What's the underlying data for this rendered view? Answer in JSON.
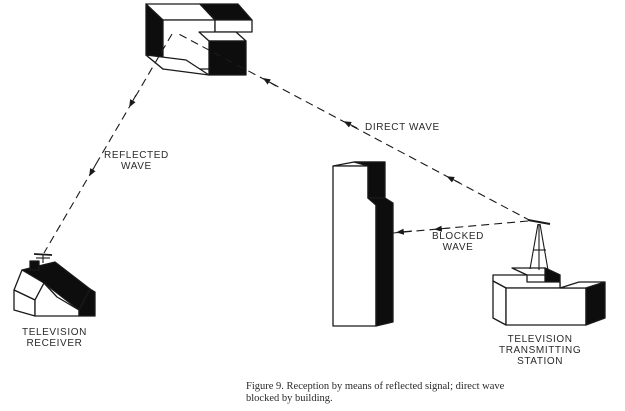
{
  "labels": {
    "reflected_wave": [
      "REFLECTED",
      "WAVE"
    ],
    "direct_wave": "DIRECT WAVE",
    "blocked_wave": [
      "BLOCKED",
      "WAVE"
    ],
    "receiver": [
      "TELEVISION",
      "RECEIVER"
    ],
    "transmitter": [
      "TELEVISION",
      "TRANSMITTING",
      "STATION"
    ]
  },
  "caption": {
    "line1": "Figure 9.  Reception by means of reflected signal; direct wave",
    "line2": "blocked by building."
  },
  "colors": {
    "ink": "#1a1a1a",
    "shadow": "#0d0d0d",
    "paper": "#ffffff"
  }
}
